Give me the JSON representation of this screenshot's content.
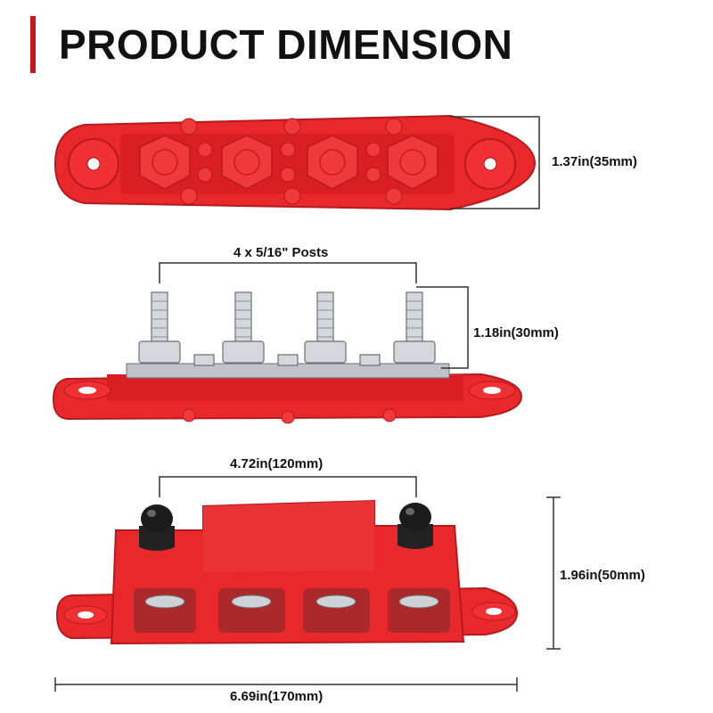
{
  "header": {
    "title": "PRODUCT DIMENSION"
  },
  "dimensions": {
    "top_view_height": "1.37in(35mm)",
    "posts": "4 x 5/16\" Posts",
    "post_height": "1.18in(30mm)",
    "post_spacing": "4.72in(120mm)",
    "total_height": "1.96in(50mm)",
    "total_length": "6.69in(170mm)"
  },
  "colors": {
    "accent": "#c8161d",
    "product_red": "#e8282b",
    "text": "#111111"
  }
}
